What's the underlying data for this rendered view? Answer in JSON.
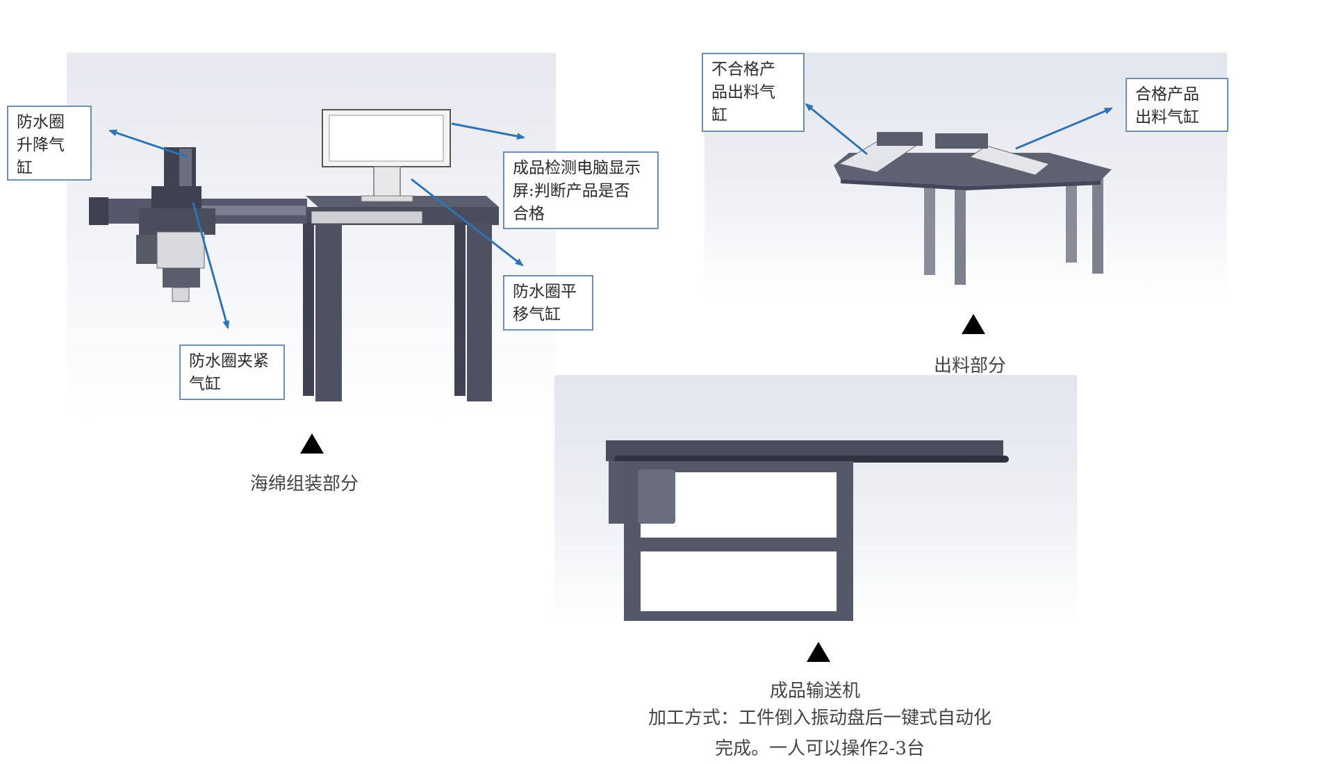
{
  "callouts": {
    "lift_cylinder": "防水圈\n升降气\n缸",
    "monitor": "成品检测电脑显示\n屏:判断产品是否\n合格",
    "translate_cylinder": "防水圈平\n移气缸",
    "clamp_cylinder": "防水圈夹紧\n气缸",
    "reject_cylinder": "不合格产\n品出料气\n缸",
    "pass_cylinder": "合格产品\n出料气缸"
  },
  "captions": {
    "sponge_assembly": "海绵组装部分",
    "discharge": "出料部分",
    "conveyor": "成品输送机"
  },
  "note": {
    "line1": "加工方式：工件倒入振动盘后一键式自动化",
    "line2": "完成。一人可以操作2-3台"
  },
  "colors": {
    "arrow": "#2e74b5",
    "machine_dark": "#4a4d5c",
    "machine_mid": "#6b6e7e",
    "callout_border": "#6f8fb0"
  }
}
